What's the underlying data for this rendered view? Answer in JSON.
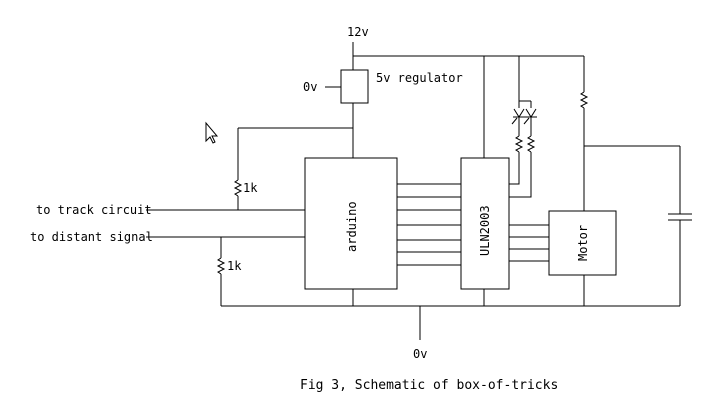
{
  "supply": {
    "positive": "12v",
    "ground_top": "0v",
    "ground_bottom": "0v"
  },
  "regulator": {
    "label": "5v regulator"
  },
  "resistors": {
    "r1": "1k",
    "r2": "1k"
  },
  "inputs": {
    "track": "to track circuit",
    "signal": "to distant signal"
  },
  "ics": {
    "arduino": "arduino",
    "driver": "ULN2003"
  },
  "motor": {
    "label": "Motor"
  },
  "caption": "Fig 3, Schematic of box-of-tricks",
  "icons": {
    "cursor": "mouse-pointer-icon"
  }
}
